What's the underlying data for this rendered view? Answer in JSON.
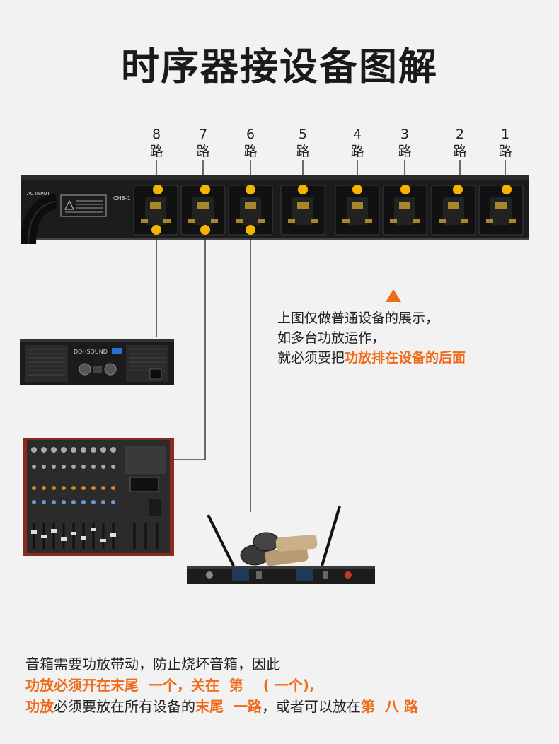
{
  "title": "时序器接设备图解",
  "channels": [
    {
      "num": "8",
      "unit": "路"
    },
    {
      "num": "7",
      "unit": "路"
    },
    {
      "num": "6",
      "unit": "路"
    },
    {
      "num": "5",
      "unit": "路"
    },
    {
      "num": "4",
      "unit": "路"
    },
    {
      "num": "3",
      "unit": "路"
    },
    {
      "num": "2",
      "unit": "路"
    },
    {
      "num": "1",
      "unit": "路"
    }
  ],
  "rack": {
    "input_label": "AC INPUT",
    "model": "CH8-1"
  },
  "amplifier": {
    "brand": "DOHSOUND"
  },
  "note": {
    "line1": "上图仅做普通设备的展示，",
    "line2": "如多台功放运作，",
    "line3_a": "就必须要把",
    "line3_b": "功放排在设备的后面"
  },
  "bottom": {
    "line1": "音箱需要功放带动，防止烧坏音箱，因此",
    "line2": "功放必须开在末尾  一个，关在  第    ( 一个),",
    "line3_a": "功放",
    "line3_b": "必须要放在所有设备的",
    "line3_c": "末尾  一路",
    "line3_d": "，或者可以放在",
    "line3_e": "第  八 路"
  },
  "colors": {
    "accent": "#f06a1a",
    "dot": "#f5b400",
    "rack": "#1c1c1c"
  }
}
